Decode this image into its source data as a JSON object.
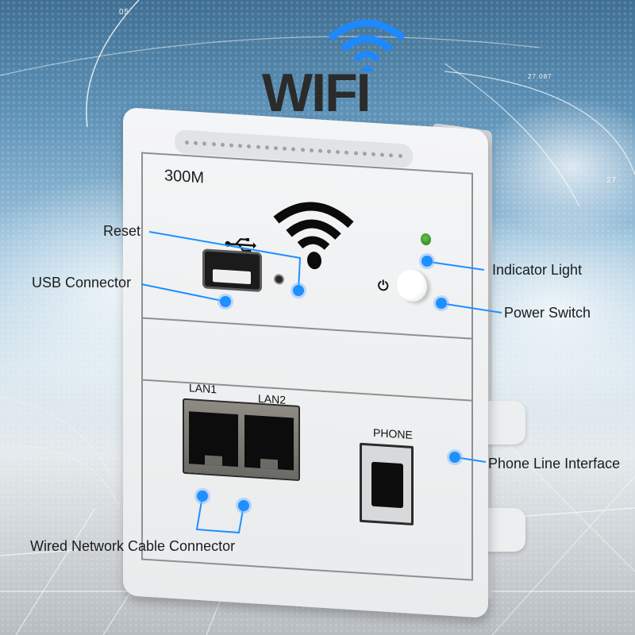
{
  "title": {
    "text": "WIFI",
    "icon": "wifi-signal-icon",
    "icon_color": "#1e88ff",
    "text_color": "#2b2b2b"
  },
  "background": {
    "numbers": [
      "05",
      "27.087",
      "27"
    ]
  },
  "device": {
    "speed_label": "300M",
    "wifi_icon": "wifi-signal-icon",
    "usb_icon": "usb-trident-icon",
    "power_icon": "power-icon",
    "led_color": "#2e9e2a",
    "ports": {
      "lan1_label": "LAN1",
      "lan2_label": "LAN2",
      "phone_label": "PHONE"
    }
  },
  "callouts": {
    "accent_color": "#1e90ff",
    "reset": "Reset",
    "usb_connector": "USB Connector",
    "indicator_light": "Indicator Light",
    "power_switch": "Power Switch",
    "phone_line_interface": "Phone Line Interface",
    "wired_network": "Wired Network Cable Connector"
  }
}
